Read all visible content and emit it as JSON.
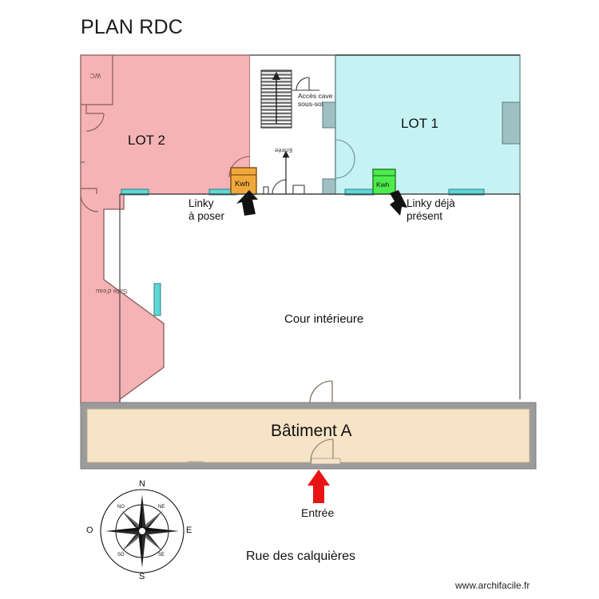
{
  "page": {
    "title": "PLAN RDC",
    "watermark": "www.archifacile.fr",
    "background": "#ffffff"
  },
  "plan": {
    "zones": [
      {
        "id": "lot2",
        "label": "LOT 2",
        "fill": "#f5b3b6",
        "stroke": "#8a5a5a"
      },
      {
        "id": "lot1",
        "label": "LOT 1",
        "fill": "#c6f2f4",
        "stroke": "#6a8d90"
      },
      {
        "id": "hall",
        "label": "",
        "fill": "#ffffff",
        "stroke": "#3a3a3a"
      },
      {
        "id": "batiment_a",
        "label": "Bâtiment A",
        "fill": "#f7e3c6",
        "stroke": "#9b9b9b"
      },
      {
        "id": "cour",
        "label": "Cour intérieure",
        "fill": "#ffffff",
        "stroke": "#3a3a3a"
      }
    ],
    "room_labels": {
      "wc": "WC",
      "salle_eau": "Salle d'eau",
      "entree_interior": "Entrée",
      "acces_cave": "Accès cave\nsous-sol",
      "acces_cave_line1": "Accès cave",
      "acces_cave_line2": "sous-sol"
    },
    "meters": [
      {
        "id": "kwh-left",
        "label": "Kwh",
        "fill": "#f0a83c",
        "stroke": "#7a4f12",
        "state": "to_install"
      },
      {
        "id": "kwh-right",
        "label": "Kwh",
        "fill": "#4dec4d",
        "stroke": "#1e7a1e",
        "state": "present"
      }
    ],
    "annotations": [
      {
        "id": "linky-a-poser",
        "line1": "Linky",
        "line2": "à poser",
        "arrow": "black"
      },
      {
        "id": "linky-deja-present",
        "line1": "Linky déjà",
        "line2": "présent",
        "arrow": "black"
      }
    ],
    "entrance": {
      "label": "Entrée",
      "arrow_color": "#e81414"
    },
    "street": {
      "label": "Rue des calquières"
    },
    "colors": {
      "window": "#5fd8d8",
      "window_stroke": "#2f7f85",
      "fixture": "#9fc0c3",
      "fixture_stroke": "#5e7b7e",
      "wall": "#3a3a3a",
      "wall_grey": "#9b9b9b",
      "stair_hatch": "#4a4a4a"
    }
  },
  "compass": {
    "n": "N",
    "e": "E",
    "s": "S",
    "o": "O",
    "ne": "NE",
    "no": "NO",
    "se": "SE",
    "so": "SO"
  }
}
